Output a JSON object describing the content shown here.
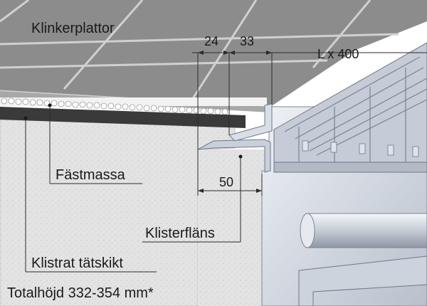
{
  "labels": {
    "tiles": "Klinkerplattor",
    "adhesive": "Fästmassa",
    "membrane": "Klistrat tätskikt",
    "flange": "Klisterfläns",
    "total_height": "Totalhöjd 332-354 mm*"
  },
  "dimensions": {
    "d24": "24",
    "d33": "33",
    "grate": "L x 400",
    "d50": "50"
  },
  "colors": {
    "tile": "#8c8c8c",
    "tile_edge": "#d0d0d0",
    "concrete": "#e3e3e3",
    "membrane": "#3a3a3a",
    "steel": "#d6dce6",
    "grate": "#c5ccd8",
    "line": "#2b2b2b"
  }
}
